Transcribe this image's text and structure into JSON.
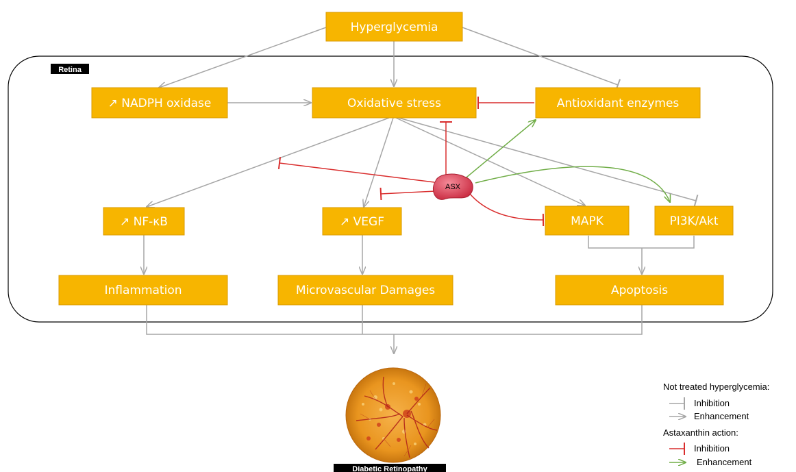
{
  "nodes": {
    "hyperglycemia": "Hyperglycemia",
    "nadph": "↗ NADPH oxidase",
    "oxidative": "Oxidative stress",
    "antioxidant": "Antioxidant enzymes",
    "nfkb": "↗ NF-κB",
    "vegf": "↗ VEGF",
    "mapk": "MAPK",
    "pi3k": "PI3K/Akt",
    "inflammation": "Inflammation",
    "microvascular": "Microvascular Damages",
    "apoptosis": "Apoptosis"
  },
  "region_label": "Retina",
  "agent_label": "ASX",
  "outcome_label": "Diabetic Retinopathy",
  "legend": {
    "section1": "Not treated hyperglycemia:",
    "inhibition1": "Inhibition",
    "enhancement1": "Enhancement",
    "section2": "Astaxanthin action:",
    "inhibition2": "Inhibition",
    "enhancement2": "Enhancement"
  },
  "colors": {
    "box": "#f7b500",
    "untreated_line": "#a6a6a6",
    "inhibition_red": "#d92d2d",
    "enhancement_green": "#70ad47",
    "asx": "#e0455a"
  }
}
